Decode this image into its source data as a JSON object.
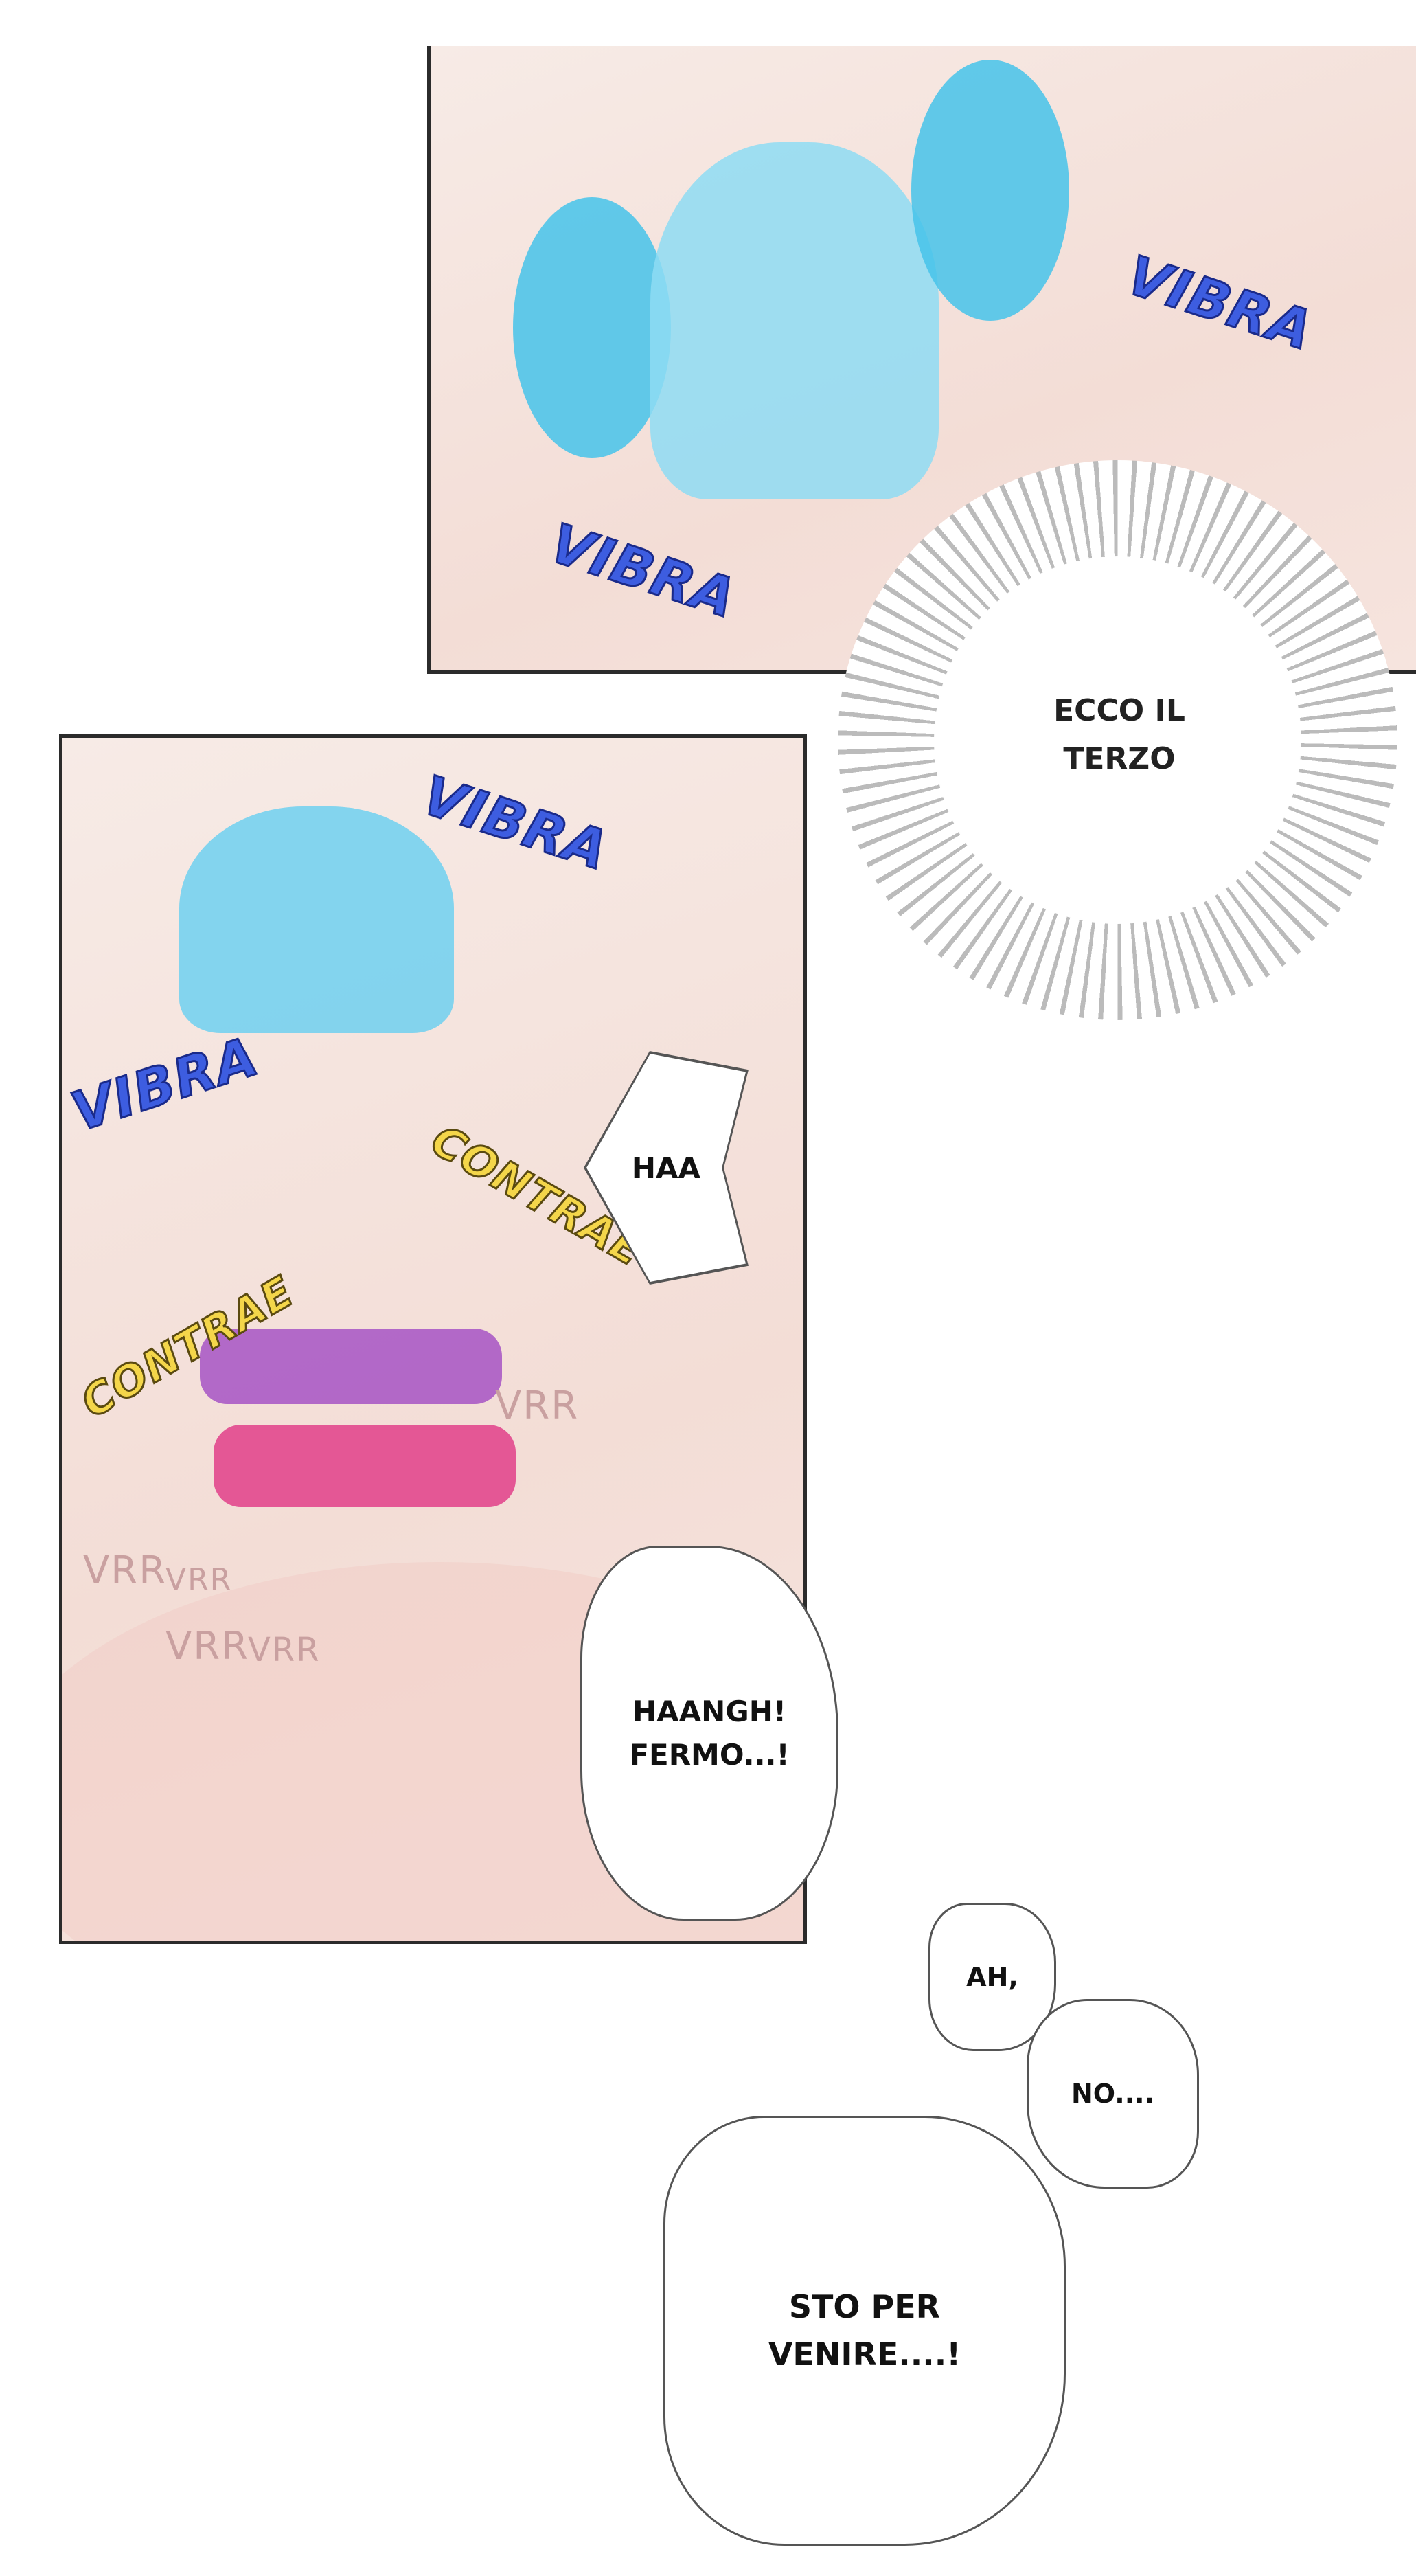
{
  "panel1": {
    "sfx": [
      "VIBRA",
      "VIBRA"
    ]
  },
  "burst": {
    "text_line1": "ECCO IL",
    "text_line2": "TERZO"
  },
  "panel2": {
    "sfx_vibra": [
      "VIBRA",
      "VIBRA"
    ],
    "sfx_contrae": [
      "CONTRAE",
      "CONTRAE"
    ],
    "sfx_vrr": [
      "VRR",
      "VRR",
      "VRR",
      "VRR",
      "VRR"
    ]
  },
  "bubbles": {
    "haa": "HAA",
    "haangh_line1": "HAANGH!",
    "haangh_line2": "FERMO...!",
    "ah": "AH,",
    "no": "NO....",
    "sto_line1": "STO PER",
    "sto_line2": "VENIRE....!"
  }
}
